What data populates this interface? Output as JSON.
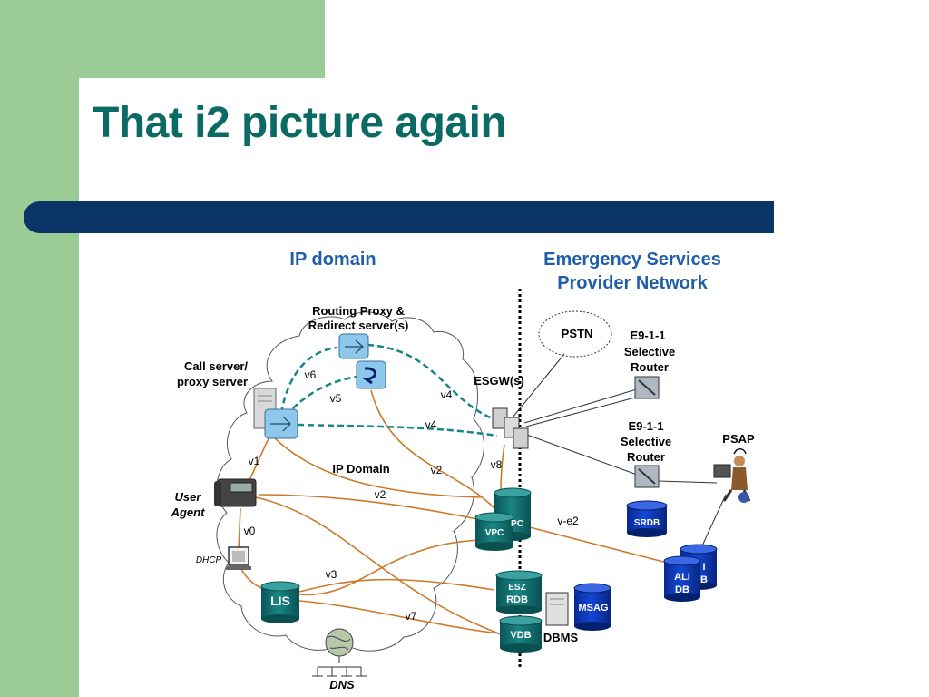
{
  "slide": {
    "title": "That i2 picture again",
    "colors": {
      "green": "#9ccc96",
      "title_teal": "#0b6a64",
      "navy_bar": "#0a3566",
      "region_blue": "#1f5fa8",
      "link_orange": "#cc7a2a",
      "dashed_teal": "#17868a",
      "db_teal": "#0f6d6d",
      "db_blue": "#0b36b8"
    }
  },
  "diagram": {
    "regions": {
      "ip": "IP domain",
      "esnet_line1": "Emergency Services",
      "esnet_line2": "Provider Network"
    },
    "nodes": {
      "routing_line1": "Routing Proxy &",
      "routing_line2": "Redirect server(s)",
      "callserver_line1": "Call server/",
      "callserver_line2": "proxy server",
      "ua_line1": "User",
      "ua_line2": "Agent",
      "dhcp": "DHCP",
      "lis": "LIS",
      "dns": "DNS",
      "ip_domain": "IP Domain",
      "esgw": "ESGW(s)",
      "pstn": "PSTN",
      "sr1_line1": "E9-1-1",
      "sr1_line2": "Selective",
      "sr1_line3": "Router",
      "sr2_line1": "E9-1-1",
      "sr2_line2": "Selective",
      "sr2_line3": "Router",
      "psap": "PSAP",
      "srdb": "SRDB",
      "ali_line1": "ALI",
      "ali_line2": "DB",
      "ib_line1": "I",
      "ib_line2": "B",
      "vpc_back": "PC",
      "vpc": "VPC",
      "esz_line1": "ESZ",
      "esz_line2": "RDB",
      "msag": "MSAG",
      "vdb": "VDB",
      "dbms": "DBMS"
    },
    "links": {
      "v0": "v0",
      "v1": "v1",
      "v2a": "v2",
      "v2b": "v2",
      "v3": "v3",
      "v4a": "v4",
      "v4b": "v4",
      "v5": "v5",
      "v6": "v6",
      "v7": "v7",
      "v8": "v8",
      "ve2": "v-e2"
    }
  }
}
